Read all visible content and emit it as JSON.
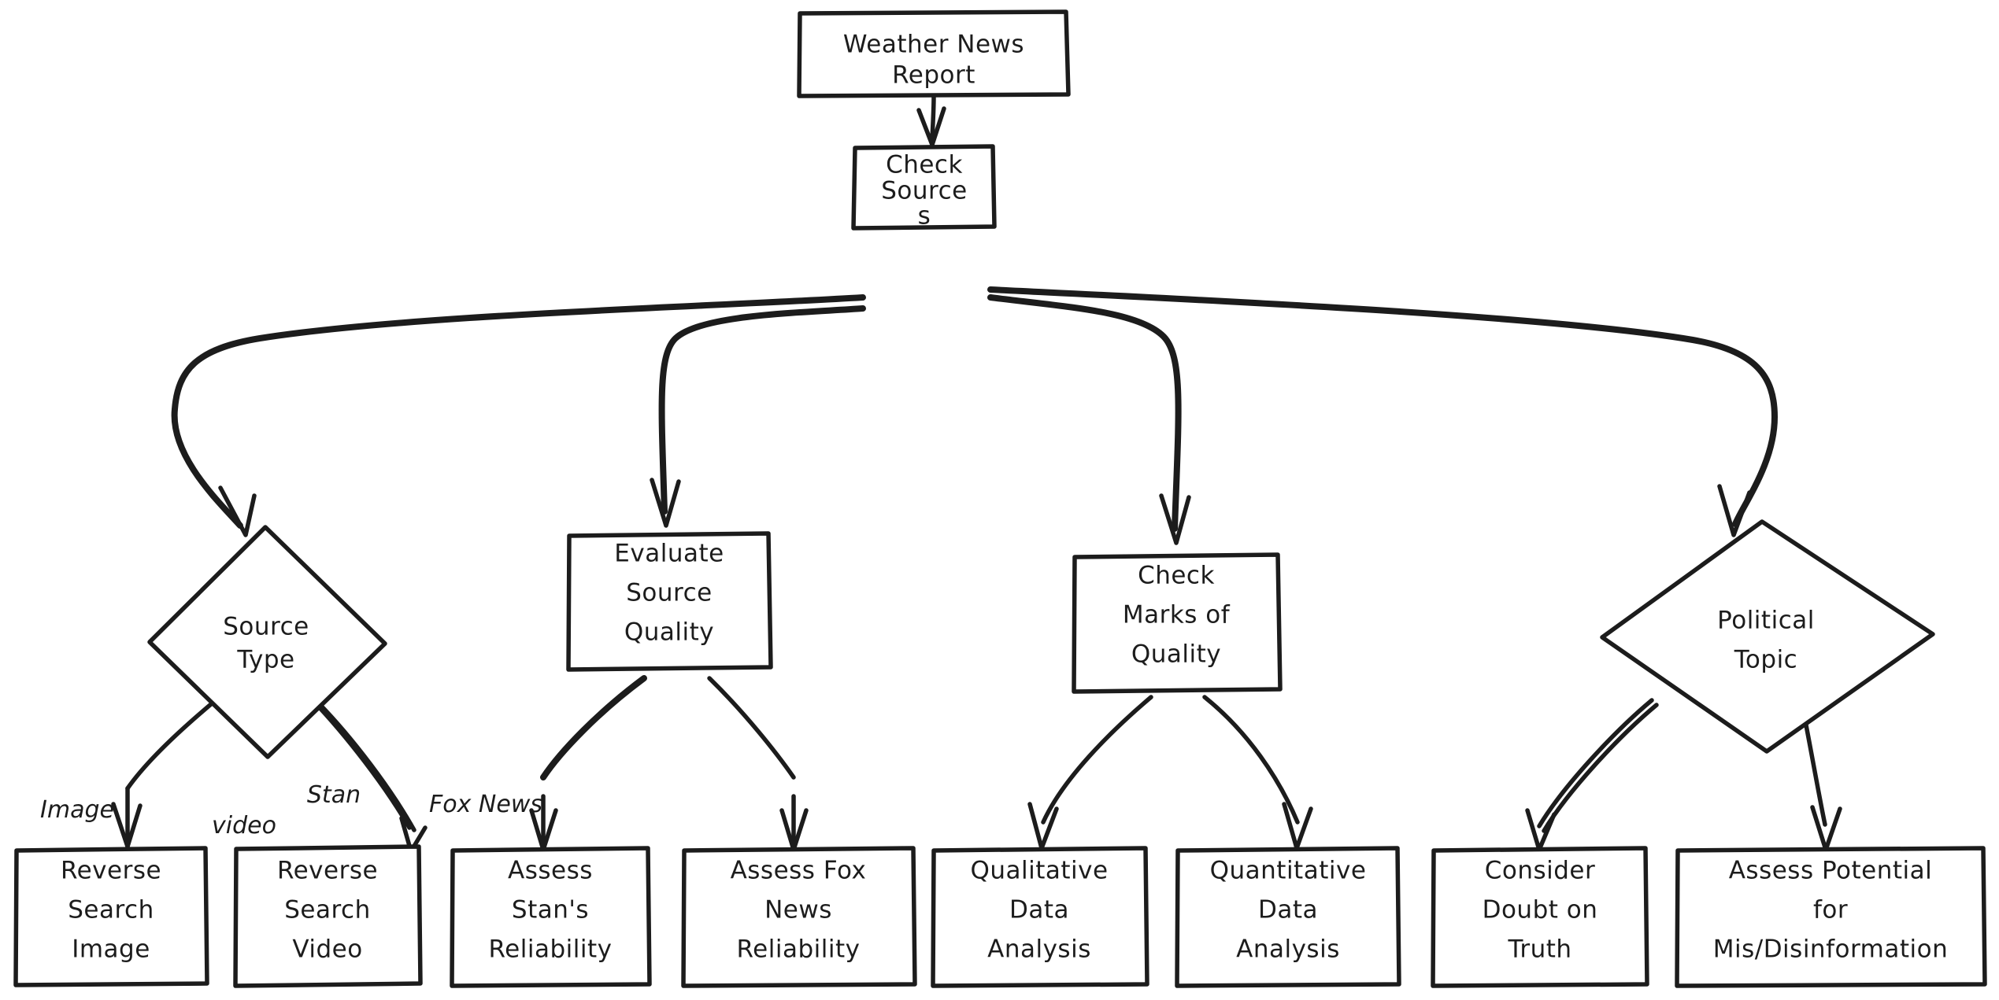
{
  "diagram": {
    "title": "Weather News Report fact-checking flowchart",
    "style": "hand-drawn sketch",
    "stroke_color": "#1c1c1c",
    "fill_color": "#ffffff",
    "background": "#ffffff"
  },
  "nodes": {
    "root": {
      "id": "weather-news-report",
      "shape": "rect",
      "lines": [
        "Weather News",
        "Report"
      ]
    },
    "check_sources": {
      "id": "check-sources",
      "shape": "rect",
      "lines": [
        "Check",
        "Source",
        "s"
      ]
    },
    "source_type": {
      "id": "source-type",
      "shape": "diamond",
      "lines": [
        "Source",
        "Type"
      ]
    },
    "evaluate_source_quality": {
      "id": "evaluate-source-quality",
      "shape": "rect",
      "lines": [
        "Evaluate",
        "Source",
        "Quality"
      ]
    },
    "check_marks_of_quality": {
      "id": "check-marks-of-quality",
      "shape": "rect",
      "lines": [
        "Check",
        "Marks of",
        "Quality"
      ]
    },
    "political_topic": {
      "id": "political-topic",
      "shape": "diamond",
      "lines": [
        "Political",
        "Topic"
      ]
    },
    "reverse_search_image": {
      "id": "reverse-search-image",
      "shape": "rect",
      "lines": [
        "Reverse",
        "Search",
        "Image"
      ]
    },
    "reverse_search_video": {
      "id": "reverse-search-video",
      "shape": "rect",
      "lines": [
        "Reverse",
        "Search",
        "Video"
      ]
    },
    "assess_stans_reliability": {
      "id": "assess-stans-reliability",
      "shape": "rect",
      "lines": [
        "Assess",
        "Stan's",
        "Reliability"
      ]
    },
    "assess_fox_news_reliability": {
      "id": "assess-fox-news-reliability",
      "shape": "rect",
      "lines": [
        "Assess Fox",
        "News",
        "Reliability"
      ]
    },
    "qualitative_data_analysis": {
      "id": "qualitative-data-analysis",
      "shape": "rect",
      "lines": [
        "Qualitative",
        "Data",
        "Analysis"
      ]
    },
    "quantitative_data_analysis": {
      "id": "quantitative-data-analysis",
      "shape": "rect",
      "lines": [
        "Quantitative",
        "Data",
        "Analysis"
      ]
    },
    "consider_doubt_on_truth": {
      "id": "consider-doubt-on-truth",
      "shape": "rect",
      "lines": [
        "Consider",
        "Doubt on",
        "Truth"
      ]
    },
    "assess_potential_misinfo": {
      "id": "assess-potential-misinformation",
      "shape": "rect",
      "lines": [
        "Assess Potential",
        "for",
        "Mis/Disinformation"
      ]
    }
  },
  "edge_labels": {
    "image": "Image",
    "video": "video",
    "stan": "Stan",
    "fox_news": "Fox News"
  },
  "edges": [
    {
      "from": "weather-news-report",
      "to": "check-sources",
      "label": ""
    },
    {
      "from": "check-sources",
      "to": "source-type",
      "label": ""
    },
    {
      "from": "check-sources",
      "to": "evaluate-source-quality",
      "label": ""
    },
    {
      "from": "check-sources",
      "to": "check-marks-of-quality",
      "label": ""
    },
    {
      "from": "check-sources",
      "to": "political-topic",
      "label": ""
    },
    {
      "from": "source-type",
      "to": "reverse-search-image",
      "label": "Image"
    },
    {
      "from": "source-type",
      "to": "reverse-search-video",
      "label": "video"
    },
    {
      "from": "evaluate-source-quality",
      "to": "assess-stans-reliability",
      "label": "Stan"
    },
    {
      "from": "evaluate-source-quality",
      "to": "assess-fox-news-reliability",
      "label": "Fox News"
    },
    {
      "from": "check-marks-of-quality",
      "to": "qualitative-data-analysis",
      "label": ""
    },
    {
      "from": "check-marks-of-quality",
      "to": "quantitative-data-analysis",
      "label": ""
    },
    {
      "from": "political-topic",
      "to": "consider-doubt-on-truth",
      "label": ""
    },
    {
      "from": "political-topic",
      "to": "assess-potential-misinformation",
      "label": ""
    }
  ]
}
